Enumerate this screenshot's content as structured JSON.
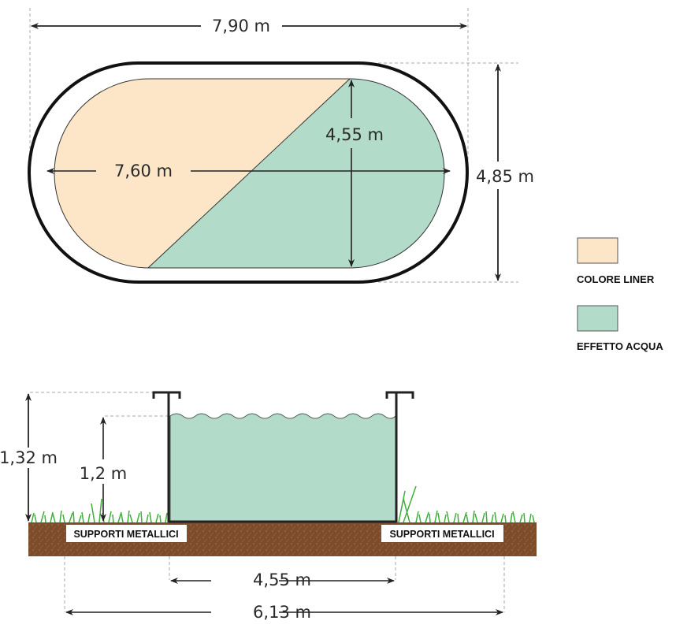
{
  "top_view": {
    "outer_length": "7,90 m",
    "outer_width": "4,85 m",
    "inner_length": "7,60 m",
    "inner_width": "4,55 m"
  },
  "legend": {
    "items": [
      {
        "label": "COLORE LINER",
        "color": "#fde5c8"
      },
      {
        "label": "EFFETTO ACQUA",
        "color": "#b2dcc9"
      }
    ]
  },
  "side_view": {
    "total_height": "1,32 m",
    "water_height": "1,2 m",
    "support_left": "SUPPORTI METALLICI",
    "support_right": "SUPPORTI METALLICI",
    "inner_width": "4,55 m",
    "outer_width": "6,13 m"
  },
  "colors": {
    "liner": "#fde5c8",
    "water": "#b2dcc9",
    "outline": "#1a1a1a",
    "soil": "#7a4a2a",
    "grass": "#3fae3a"
  }
}
